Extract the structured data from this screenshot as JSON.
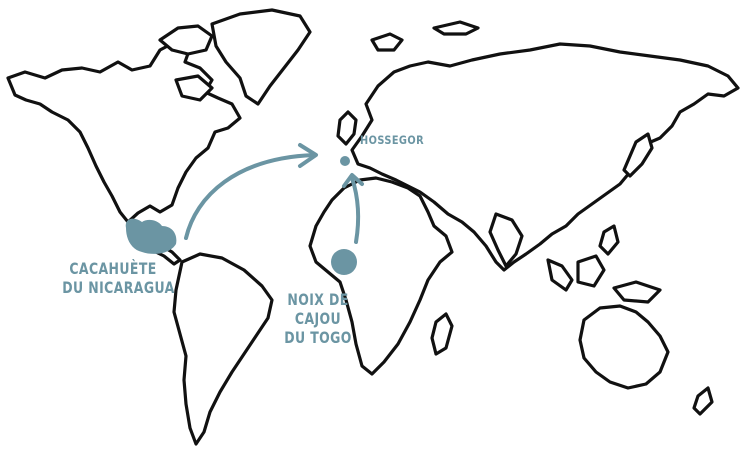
{
  "colors": {
    "accent": "#6b95a3",
    "outline": "#111111",
    "land": "#ffffff",
    "background": "#ffffff"
  },
  "markers": {
    "nicaragua": {
      "lines": [
        "CACAHUÈTE",
        "DU NICARAGUA"
      ],
      "icon": "heart-blob"
    },
    "togo": {
      "lines": [
        "NOIX DE",
        "CAJOU",
        "DU TOGO"
      ],
      "icon": "circle-dot"
    },
    "hossegor": {
      "lines": [
        "HOSSEGOR"
      ],
      "icon": "small-dot"
    }
  }
}
